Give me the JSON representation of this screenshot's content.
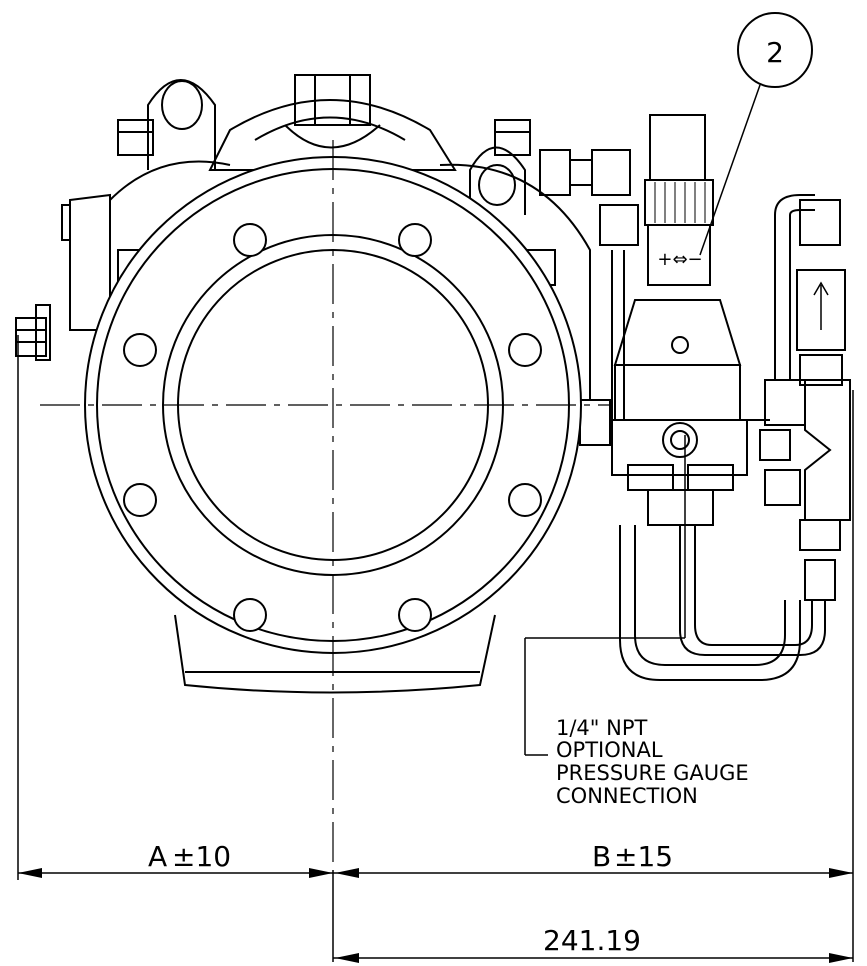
{
  "balloon": {
    "label": "2"
  },
  "note": {
    "lines": [
      "1/4\" NPT",
      "OPTIONAL",
      "PRESSURE GAUGE",
      "CONNECTION"
    ]
  },
  "dimensions": {
    "a": {
      "label": "A",
      "tolerance": "±10"
    },
    "b": {
      "label": "B",
      "tolerance": "±15"
    },
    "overall": {
      "value": "241.19"
    }
  },
  "symbols": {
    "adjust": "+⇔−",
    "flow_arrow": "arrow-up-icon"
  }
}
